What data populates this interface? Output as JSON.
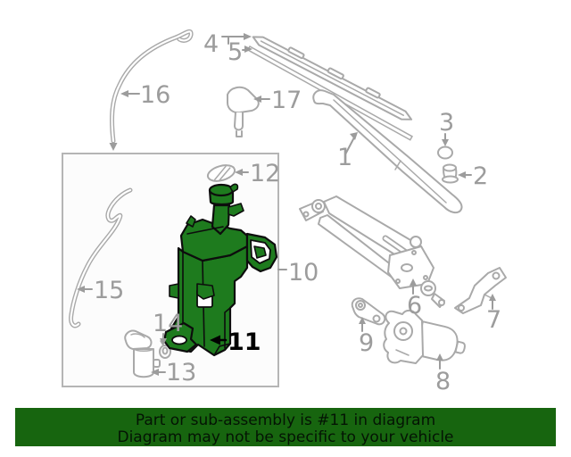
{
  "banner": {
    "line1": "Part or sub-assembly is #11 in diagram",
    "line2": "Diagram may not be specific to your vehicle"
  },
  "callouts": {
    "c1": "1",
    "c2": "2",
    "c3": "3",
    "c4": "4",
    "c5": "5",
    "c6": "6",
    "c7": "7",
    "c8": "8",
    "c9": "9",
    "c10": "10",
    "c11": "11",
    "c12": "12",
    "c13": "13",
    "c14": "14",
    "c15": "15",
    "c16": "16",
    "c17": "17"
  },
  "colors": {
    "highlight_green": "#1e7b1e",
    "banner_green": "#17650f",
    "line_gray": "#a9a9a9",
    "label_gray": "#9c9c9c",
    "outline_black": "#0d0d0d",
    "box_fill": "#fcfcfc",
    "box_border": "#b5b5b5"
  }
}
